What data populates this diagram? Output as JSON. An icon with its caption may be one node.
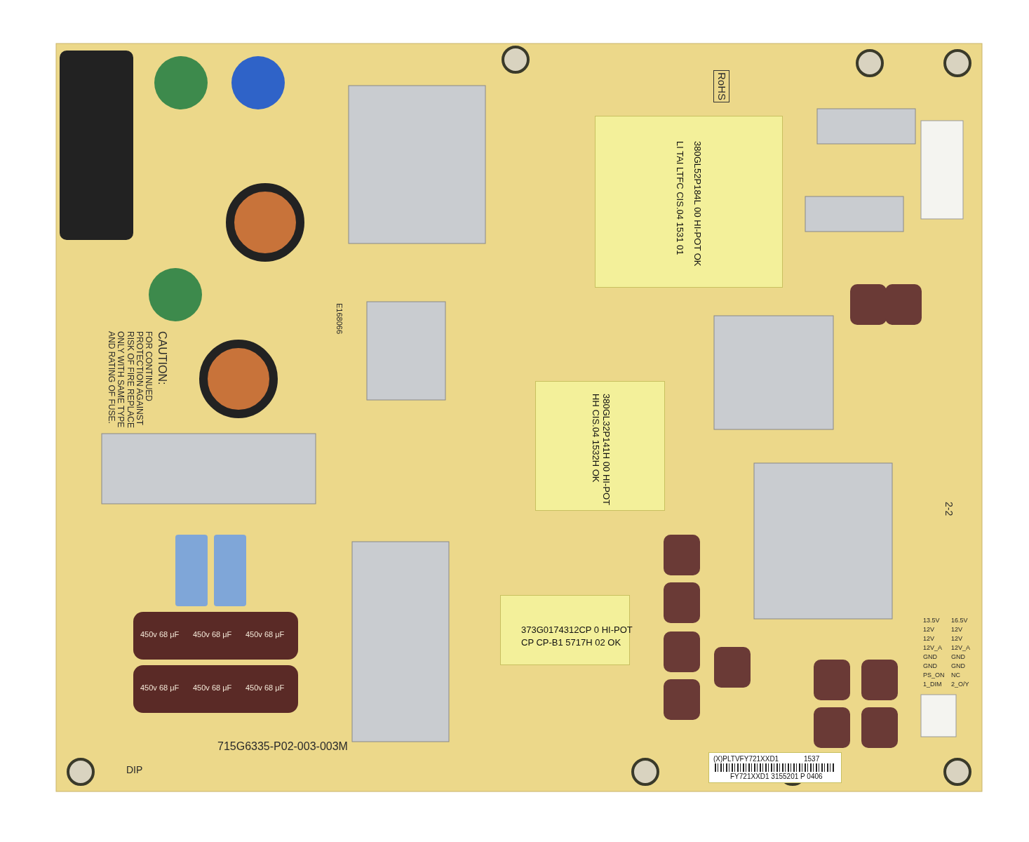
{
  "diagram": {
    "nodes": [
      {
        "text": [
          "380GL52P184L 00 HI-POT OK",
          "LI TAI LTFC CIS.04 1531 01"
        ]
      },
      {
        "text": [
          "380GL32P141H 00 HI-POT",
          "HH CIS.04 1532H OK"
        ]
      },
      {
        "text": [
          "373G0174312CP 0 HI-POT",
          "CP CP-B1 5717H 02 OK"
        ]
      },
      {
        "text": [
          "(X)PLTVFY721XXD1",
          "1537",
          "FY721XXD1 3155201 P 0406"
        ]
      }
    ],
    "labels": [
      "E168066",
      "RoHS",
      "CAUTION:",
      "FOR CONTINUED PROTECTION AGAINST RISK OF FIRE REPLACE ONLY WITH SAME TYPE AND RATING OF FUSE.",
      "715G6335-P02-003-003M",
      "DIP",
      "2-2",
      "13.5V",
      "16.5V",
      "12V",
      "12V",
      "12V",
      "12V",
      "12V_A",
      "12V_A",
      "GND",
      "GND",
      "GND",
      "GND",
      "PS_ON",
      "NC",
      "1_DIM",
      "2_O/Y",
      "450v 68 μF",
      "450v 68 μF",
      "450v 68 μF",
      "450v 68 μF",
      "450v 68 μF",
      "450v 68 μF"
    ]
  }
}
